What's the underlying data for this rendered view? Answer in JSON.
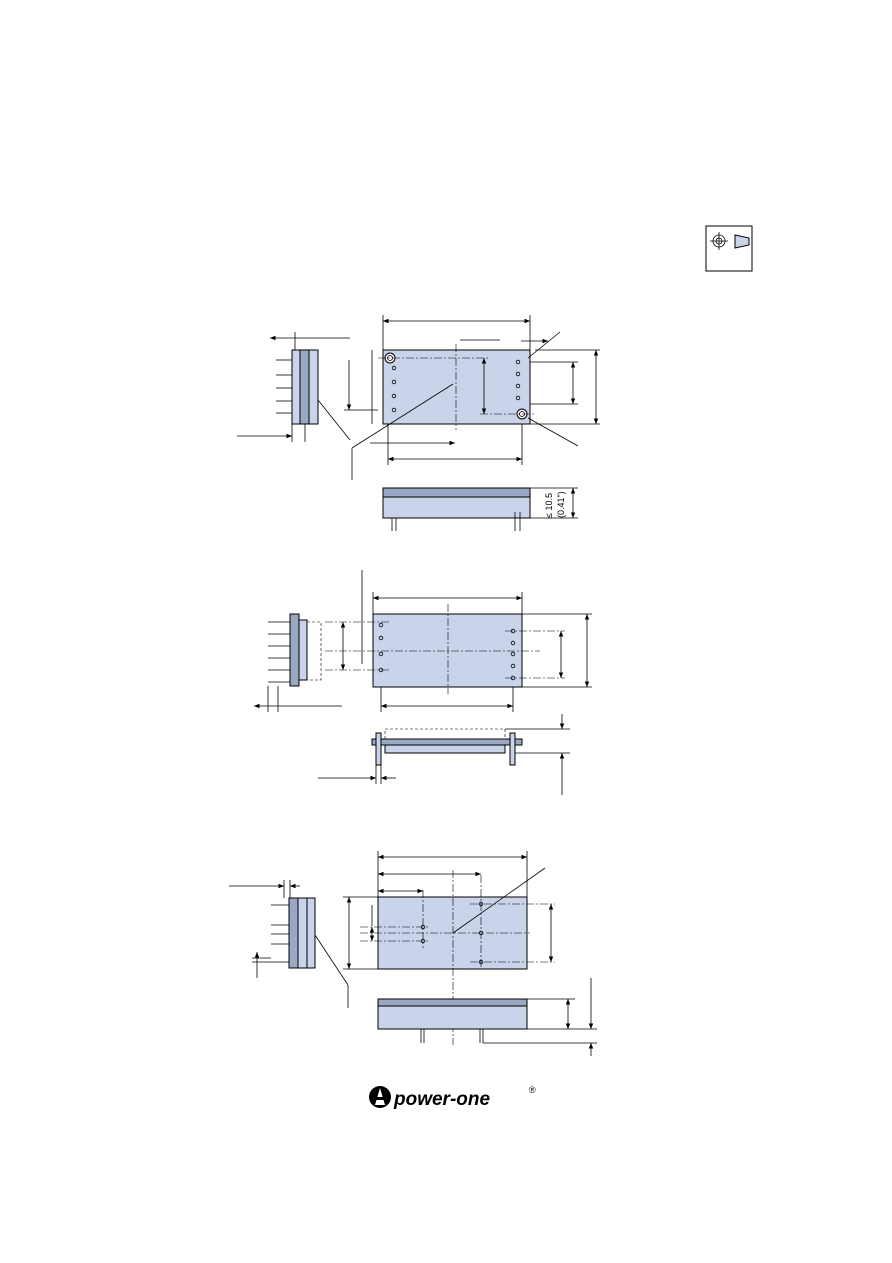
{
  "projection_symbol": {
    "icon": "third-angle-projection-icon"
  },
  "views": {
    "top": {
      "height_dim_line1": "≤ 10.5",
      "height_dim_line2": "(0.41\")"
    }
  },
  "logo": {
    "text": "power-one",
    "mark": "®",
    "icon": "power-one-logo-icon",
    "color": "#000000"
  },
  "colors": {
    "part_fill": "#c9d4ea",
    "part_dark": "#9aa8c4",
    "line": "#000000"
  }
}
